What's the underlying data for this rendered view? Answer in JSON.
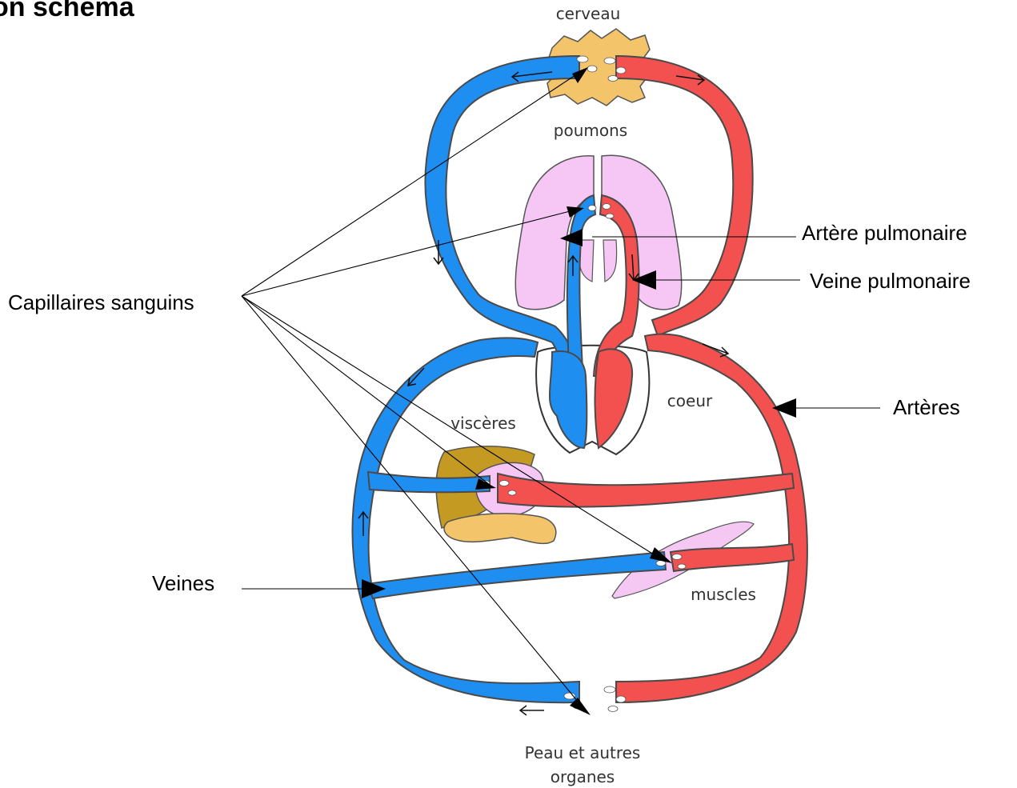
{
  "title": "on schéma",
  "organs": {
    "brain": "cerveau",
    "lungs": "poumons",
    "heart": "coeur",
    "viscera": "viscères",
    "muscles": "muscles",
    "skin_line1": "Peau et autres",
    "skin_line2": "organes"
  },
  "callouts": {
    "capillaries": "Capillaires sanguins",
    "pulmonary_artery": "Artère pulmonaire",
    "pulmonary_vein": "Veine pulmonaire",
    "arteries": "Artères",
    "veins": "Veines"
  },
  "colors": {
    "vein": "#1f8ef1",
    "artery": "#f2514f",
    "brain": "#f3c46a",
    "lungs": "#f6c6f4",
    "liver": "#c49a22",
    "muscle": "#f4c8f2"
  }
}
